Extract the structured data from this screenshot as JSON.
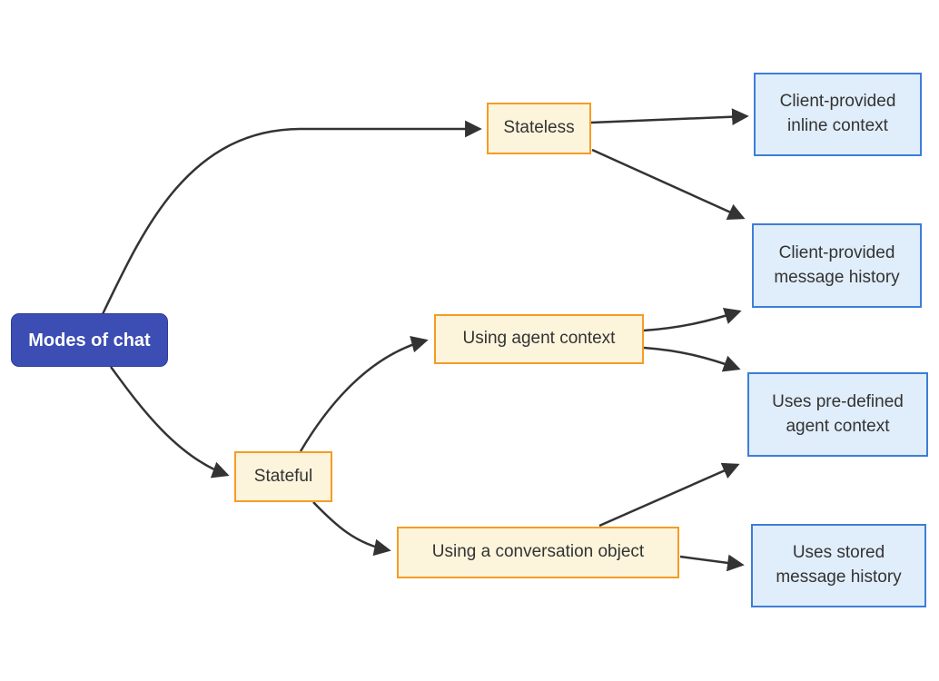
{
  "diagram": {
    "type": "flowchart-left-to-right",
    "nodes": {
      "modes": {
        "label": "Modes of chat",
        "role": "root"
      },
      "stateless": {
        "label": "Stateless",
        "role": "branch"
      },
      "stateful": {
        "label": "Stateful",
        "role": "branch"
      },
      "agent_context": {
        "label": "Using agent context",
        "role": "branch"
      },
      "conversation": {
        "label": "Using a conversation object",
        "role": "branch"
      },
      "inline_context": {
        "label": "Client-provided\ninline context",
        "role": "leaf"
      },
      "message_history": {
        "label": "Client-provided\nmessage history",
        "role": "leaf"
      },
      "predefined_context": {
        "label": "Uses pre-defined\nagent context",
        "role": "leaf"
      },
      "stored_history": {
        "label": "Uses stored\nmessage history",
        "role": "leaf"
      }
    },
    "edges": [
      {
        "from": "Modes of chat",
        "to": "Stateless"
      },
      {
        "from": "Modes of chat",
        "to": "Stateful"
      },
      {
        "from": "Stateless",
        "to": "Client-provided inline context"
      },
      {
        "from": "Stateless",
        "to": "Client-provided message history"
      },
      {
        "from": "Using agent context",
        "to": "Client-provided message history"
      },
      {
        "from": "Using agent context",
        "to": "Uses pre-defined agent context"
      },
      {
        "from": "Stateful",
        "to": "Using agent context"
      },
      {
        "from": "Stateful",
        "to": "Using a conversation object"
      },
      {
        "from": "Using a conversation object",
        "to": "Uses pre-defined agent context"
      },
      {
        "from": "Using a conversation object",
        "to": "Uses stored message history"
      }
    ],
    "colors": {
      "root_fill": "#3c4eb3",
      "root_border": "#2d3c99",
      "root_text": "#ffffff",
      "branch_fill": "#fdf4dc",
      "branch_border": "#f59c24",
      "leaf_fill": "#e0edfb",
      "leaf_border": "#3d7ed6",
      "node_text": "#333333",
      "edge_stroke": "#333333",
      "background": "#ffffff"
    }
  }
}
